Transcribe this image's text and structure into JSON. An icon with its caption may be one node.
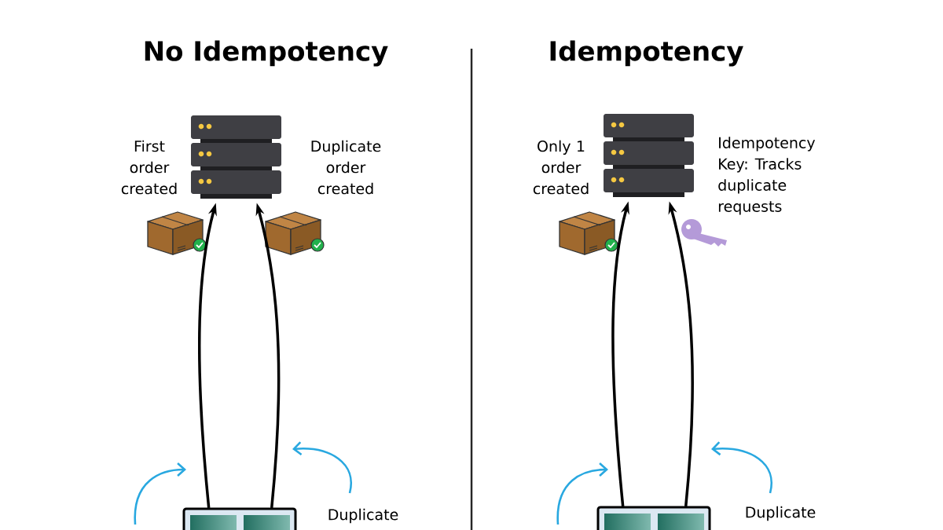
{
  "diagram": {
    "nodes": [
      {
        "text": [],
        "shape": "picture",
        "beside": [
          "First order created",
          "Duplicate order created"
        ]
      },
      {
        "text": [],
        "shape": "picture",
        "beside": [
          "Duplicate"
        ]
      },
      {
        "text": [],
        "shape": "picture",
        "beside": [
          "Only 1 order created",
          "Idempotency Key: Tracks duplicate requests"
        ]
      },
      {
        "text": [],
        "shape": "picture",
        "beside": [
          "Duplicate"
        ]
      }
    ],
    "edges": [
      {
        "from": 1,
        "to": 0,
        "arrow": "to"
      },
      {
        "from": 1,
        "to": 0,
        "arrow": "to"
      },
      {
        "from": 3,
        "to": 2,
        "arrow": "to"
      },
      {
        "from": 3,
        "to": 2,
        "arrow": "to"
      }
    ],
    "labels": [
      "No Idempotency",
      "Idempotency"
    ]
  }
}
